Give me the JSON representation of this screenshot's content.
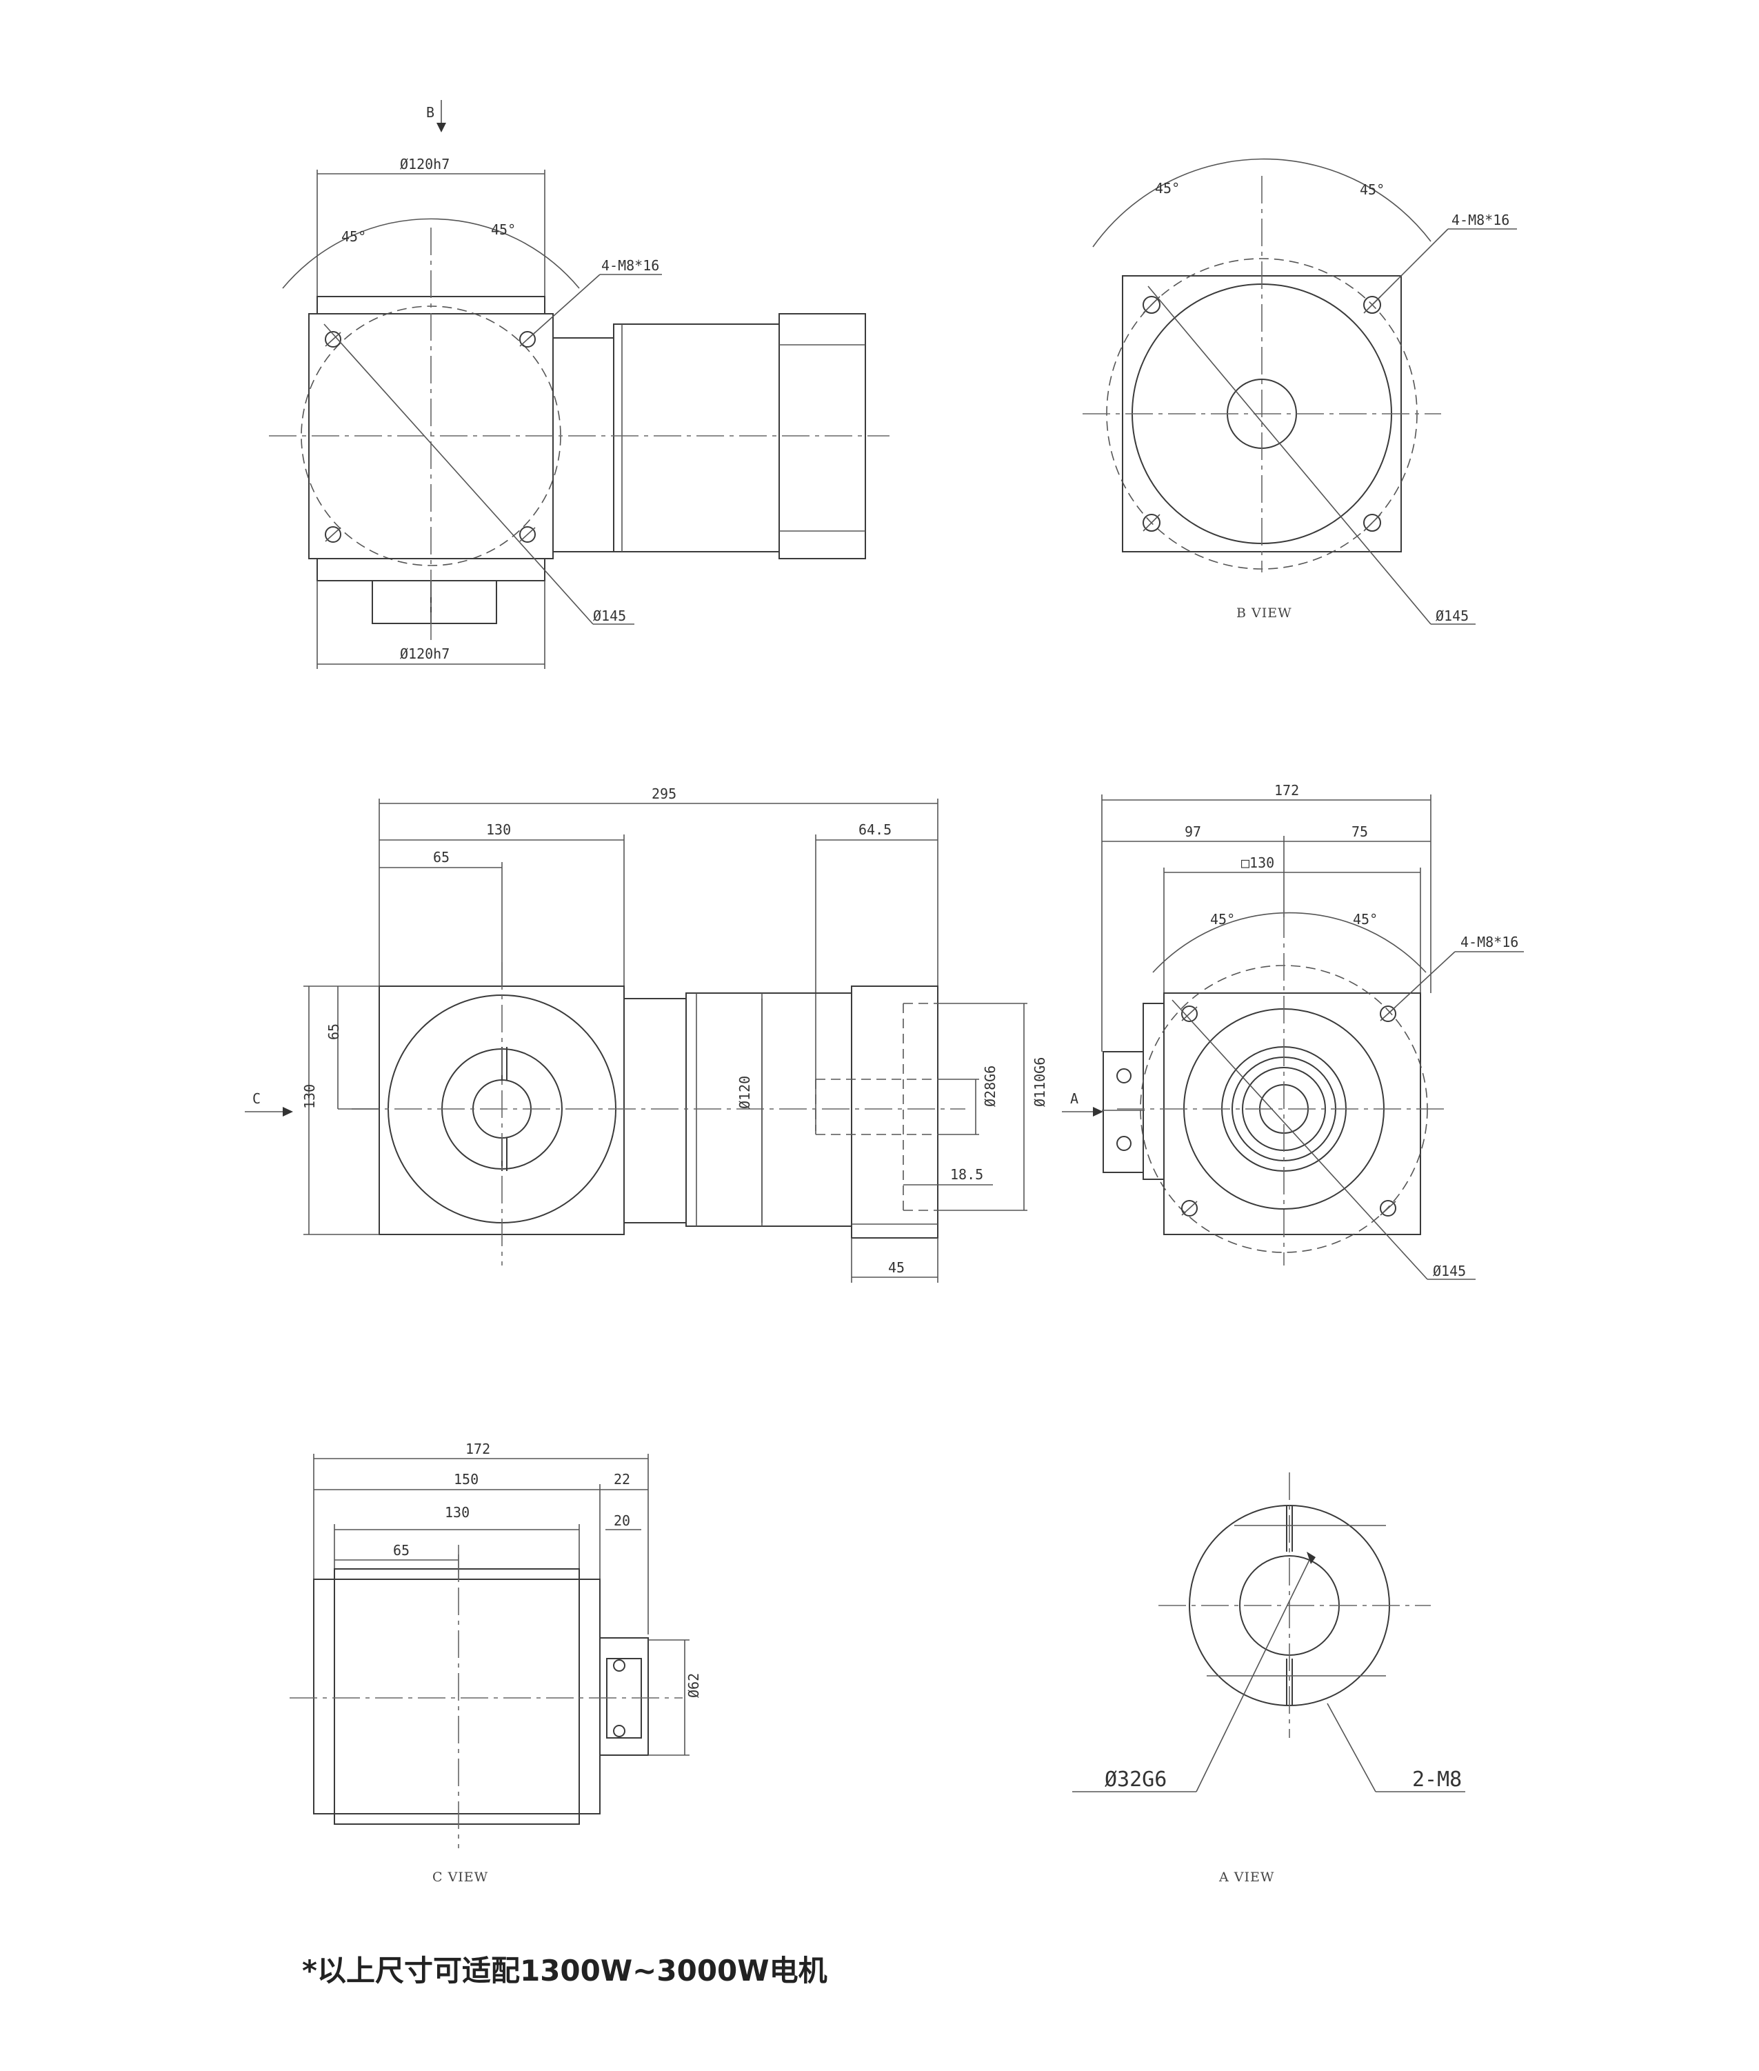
{
  "views": {
    "top_left": {
      "arrow_label": "B",
      "dim_top": "Ø120h7",
      "angle_left": "45°",
      "angle_right": "45°",
      "holes": "4-M8*16",
      "dia": "Ø145",
      "dim_bottom": "Ø120h7"
    },
    "b_view": {
      "angle_left": "45°",
      "angle_right": "45°",
      "holes": "4-M8*16",
      "dia": "Ø145",
      "title": "B VIEW"
    },
    "front": {
      "overall": "295",
      "dim_130": "130",
      "dim_65": "65",
      "dim_645": "64.5",
      "height_65": "65",
      "height_130": "130",
      "arrow_label": "C",
      "dia_120": "Ø120",
      "dia_28": "Ø28G6",
      "dia_110": "Ø110G6",
      "dim_185": "18.5",
      "dim_45": "45"
    },
    "side": {
      "overall": "172",
      "dim_97": "97",
      "dim_75": "75",
      "square": "□130",
      "angle_left": "45°",
      "angle_right": "45°",
      "holes": "4-M8*16",
      "arrow_label": "A",
      "dia": "Ø145"
    },
    "c_view": {
      "dim_172": "172",
      "dim_150": "150",
      "dim_22": "22",
      "dim_130": "130",
      "dim_20": "20",
      "dim_65": "65",
      "dia_62": "Ø62",
      "title": "C VIEW"
    },
    "a_view": {
      "dia": "Ø32G6",
      "screws": "2-M8",
      "title": "A VIEW"
    }
  },
  "footnote": "*以上尺寸可适配1300W~3000W电机"
}
